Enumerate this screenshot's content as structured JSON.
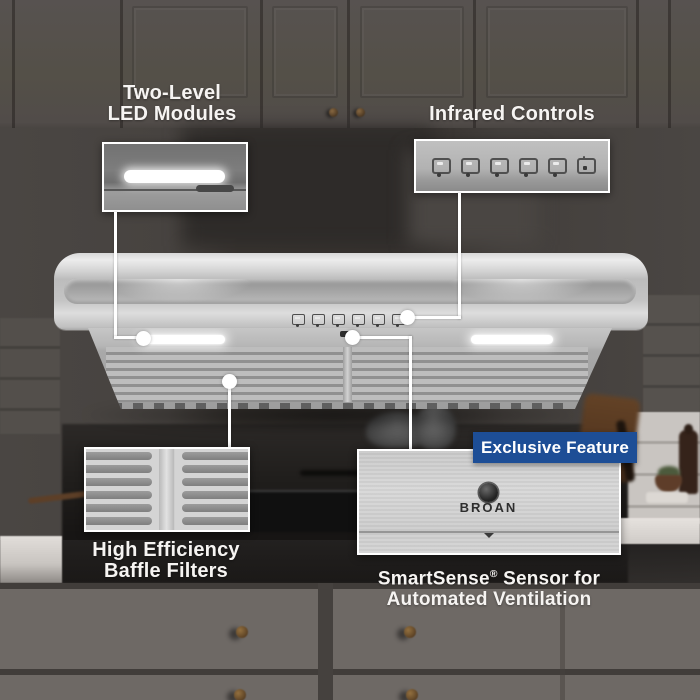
{
  "scene": {
    "type": "product-feature-callout-image",
    "product": "Broan under-cabinet range hood in a kitchen"
  },
  "brand": {
    "logo_text": "BROAN"
  },
  "callouts": {
    "led": {
      "line1": "Two-Level",
      "line2": "LED Modules"
    },
    "infrared": {
      "label": "Infrared Controls"
    },
    "baffle": {
      "line1": "High Efficiency",
      "line2": "Baffle Filters"
    },
    "smartsense": {
      "line1_name": "SmartSense",
      "line1_reg": "®",
      "line1_rest": " Sensor for",
      "line2": "Automated Ventilation",
      "badge": "Exclusive Feature"
    }
  },
  "colors": {
    "badge_blue": "#1d4e96",
    "callout_white": "#ffffff",
    "label_text": "#f6f4f2",
    "stainless_steel": "#c6c6c6",
    "background_wall": "#45413e"
  }
}
